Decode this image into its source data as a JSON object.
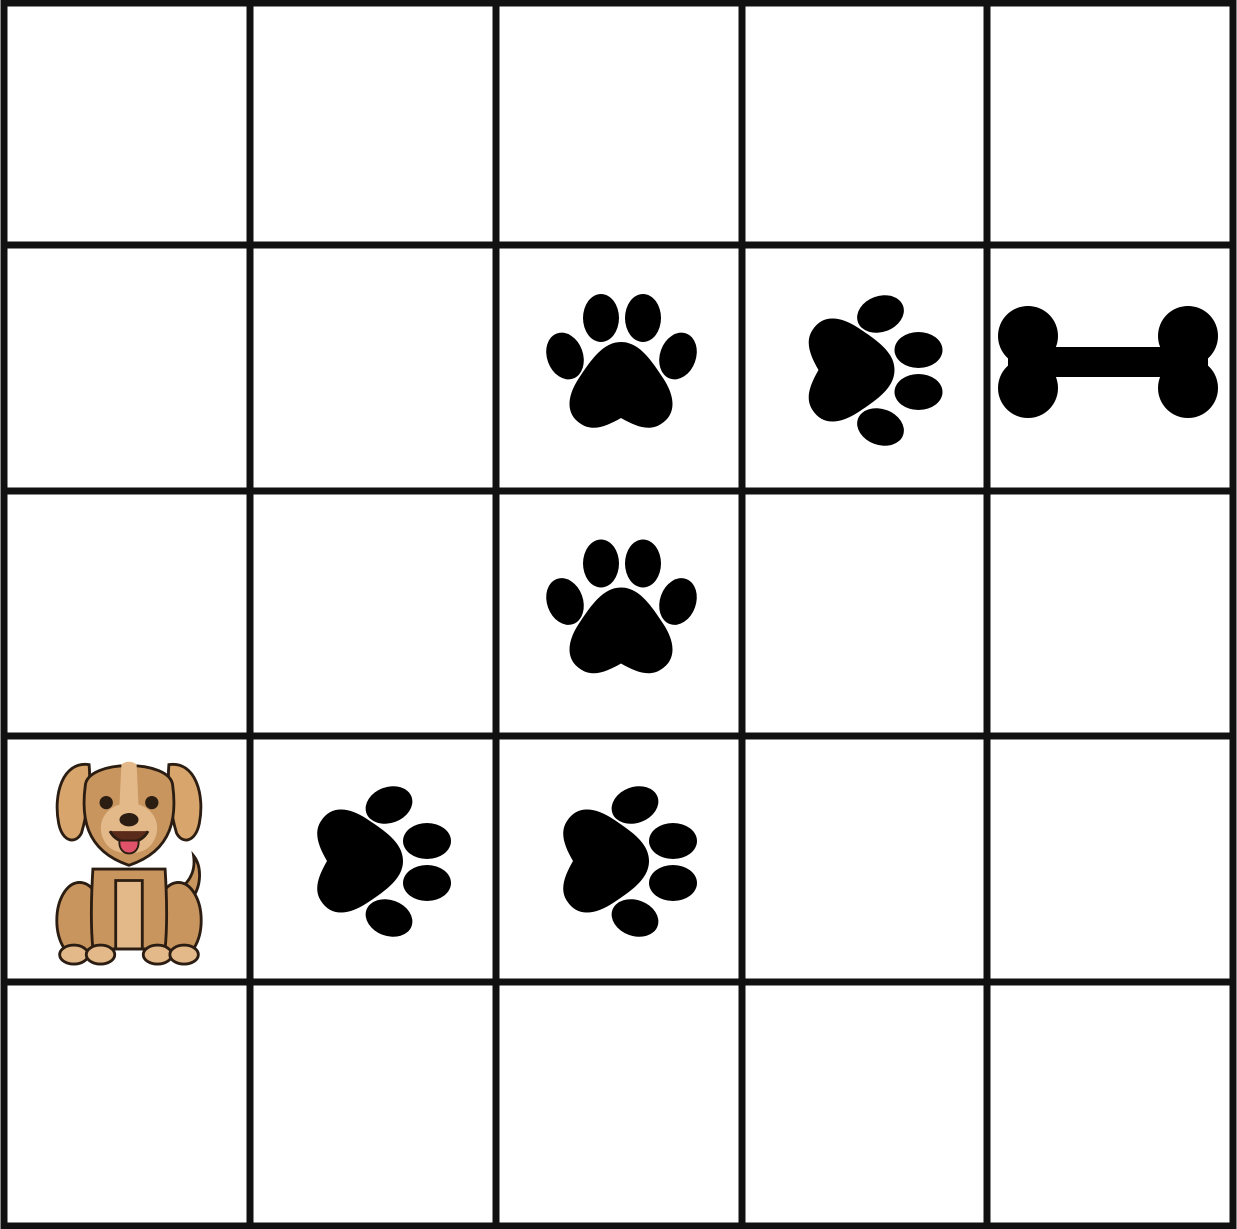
{
  "grid": {
    "rows": 5,
    "cols": 5,
    "line_color": "#111111",
    "background": "#ffffff"
  },
  "pieces": [
    {
      "type": "dog",
      "icon": "dog-icon",
      "row": 4,
      "col": 1
    },
    {
      "type": "paw-print",
      "icon": "paw-print-icon",
      "row": 4,
      "col": 2,
      "orientation": "right"
    },
    {
      "type": "paw-print",
      "icon": "paw-print-icon",
      "row": 4,
      "col": 3,
      "orientation": "right"
    },
    {
      "type": "paw-print",
      "icon": "paw-print-icon",
      "row": 3,
      "col": 3,
      "orientation": "up"
    },
    {
      "type": "paw-print",
      "icon": "paw-print-icon",
      "row": 2,
      "col": 3,
      "orientation": "up"
    },
    {
      "type": "paw-print",
      "icon": "paw-print-icon",
      "row": 2,
      "col": 4,
      "orientation": "right"
    },
    {
      "type": "bone",
      "icon": "bone-icon",
      "row": 2,
      "col": 5
    }
  ],
  "colors": {
    "dog_fur": "#c9955f",
    "dog_fur_light": "#e3b98a",
    "dog_ear": "#d8a66d",
    "dog_outline": "#2b1d12",
    "dog_tongue": "#e0526a",
    "paw": "#000000",
    "bone": "#000000"
  }
}
